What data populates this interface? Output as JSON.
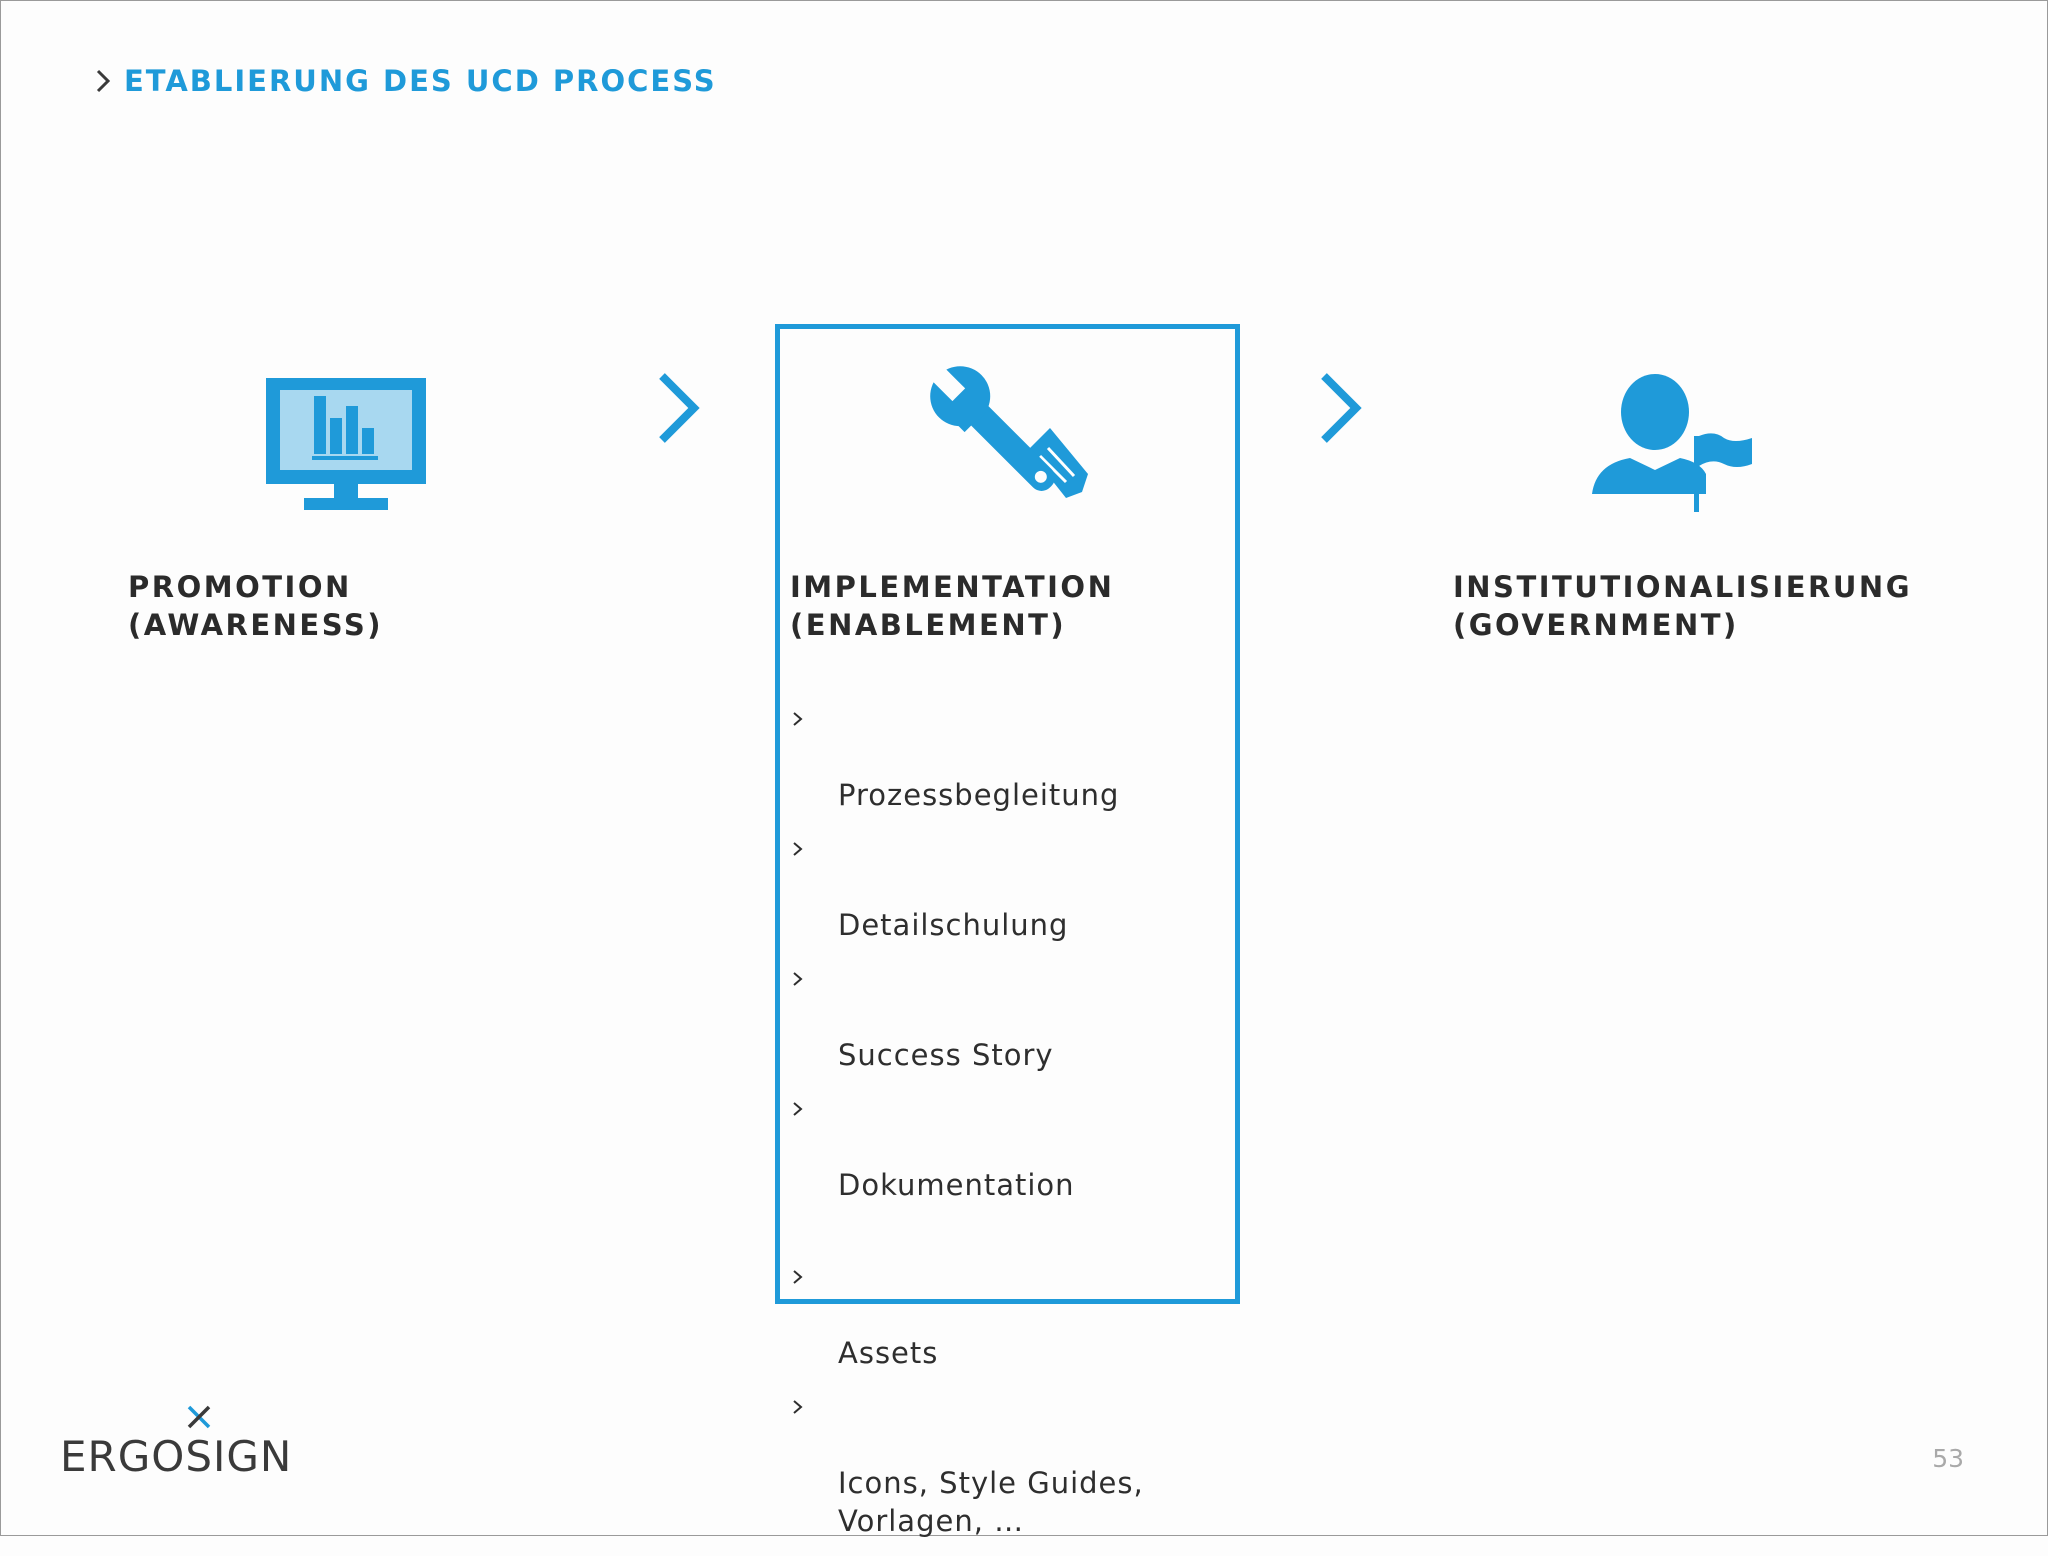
{
  "header": {
    "title": "ETABLIERUNG DES UCD PROCESS"
  },
  "colors": {
    "accent": "#1f9ad9",
    "text": "#2e2e2e",
    "muted": "#a9a9a9"
  },
  "steps": [
    {
      "icon": "monitor-chart-icon",
      "title_line1": "PROMOTION",
      "title_line2": "(AWARENESS)"
    },
    {
      "icon": "tools-icon",
      "title_line1": "IMPLEMENTATION",
      "title_line2": "(ENABLEMENT)",
      "bullets": [
        "Prozessbegleitung",
        "Detailschulung",
        "Success Story",
        "Dokumentation",
        "Assets",
        "Icons, Style Guides,\nVorlagen, …"
      ]
    },
    {
      "icon": "person-flag-icon",
      "title_line1": "INSTITUTIONALISIERUNG",
      "title_line2": "(GOVERNMENT)"
    }
  ],
  "footer": {
    "logo_text": "ERGOSIGN",
    "page_number": "53"
  }
}
